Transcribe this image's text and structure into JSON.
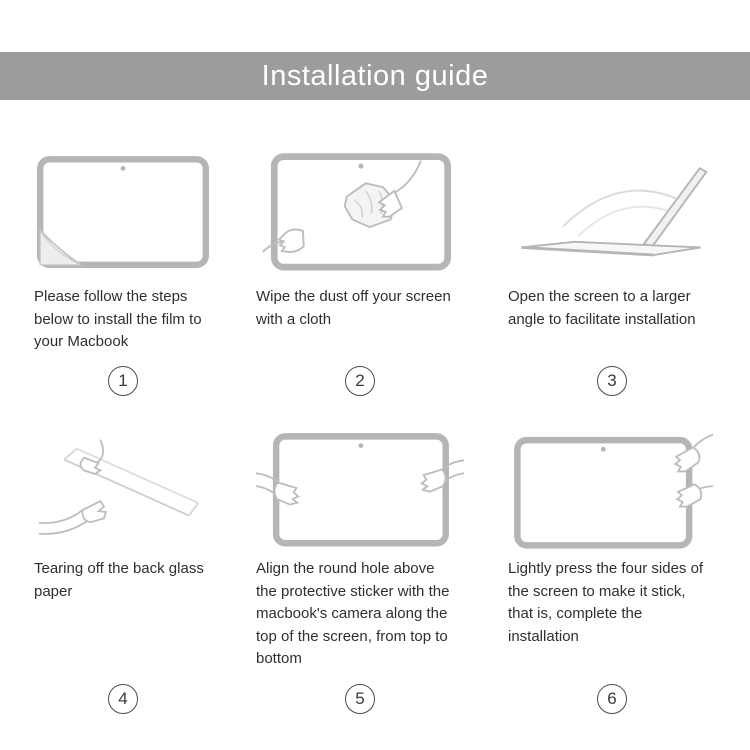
{
  "header": {
    "title": "Installation guide"
  },
  "steps": [
    {
      "number": "1",
      "caption": "Please follow the steps below to install the film to your Macbook",
      "illustration": "macbook-screen-peeling-film"
    },
    {
      "number": "2",
      "caption": "Wipe the dust off your screen with a cloth",
      "illustration": "hands-wiping-screen-with-cloth"
    },
    {
      "number": "3",
      "caption": "Open the screen to a larger angle to facilitate installation",
      "illustration": "laptop-opened-wide-angle"
    },
    {
      "number": "4",
      "caption": "Tearing off the back glass paper",
      "illustration": "hands-tearing-back-paper"
    },
    {
      "number": "5",
      "caption": "Align the round hole above the protective sticker with the macbook's camera along the top of the screen, from top to bottom",
      "illustration": "hands-aligning-film-on-screen"
    },
    {
      "number": "6",
      "caption": "Lightly press the four sides of the screen to make it stick, that is, complete the installation",
      "illustration": "hands-pressing-screen-sides"
    }
  ],
  "colors": {
    "header_bg": "#9c9c9c",
    "header_text": "#ffffff",
    "line_art": "#b5b5b5",
    "body_text": "#2f2f2f"
  }
}
